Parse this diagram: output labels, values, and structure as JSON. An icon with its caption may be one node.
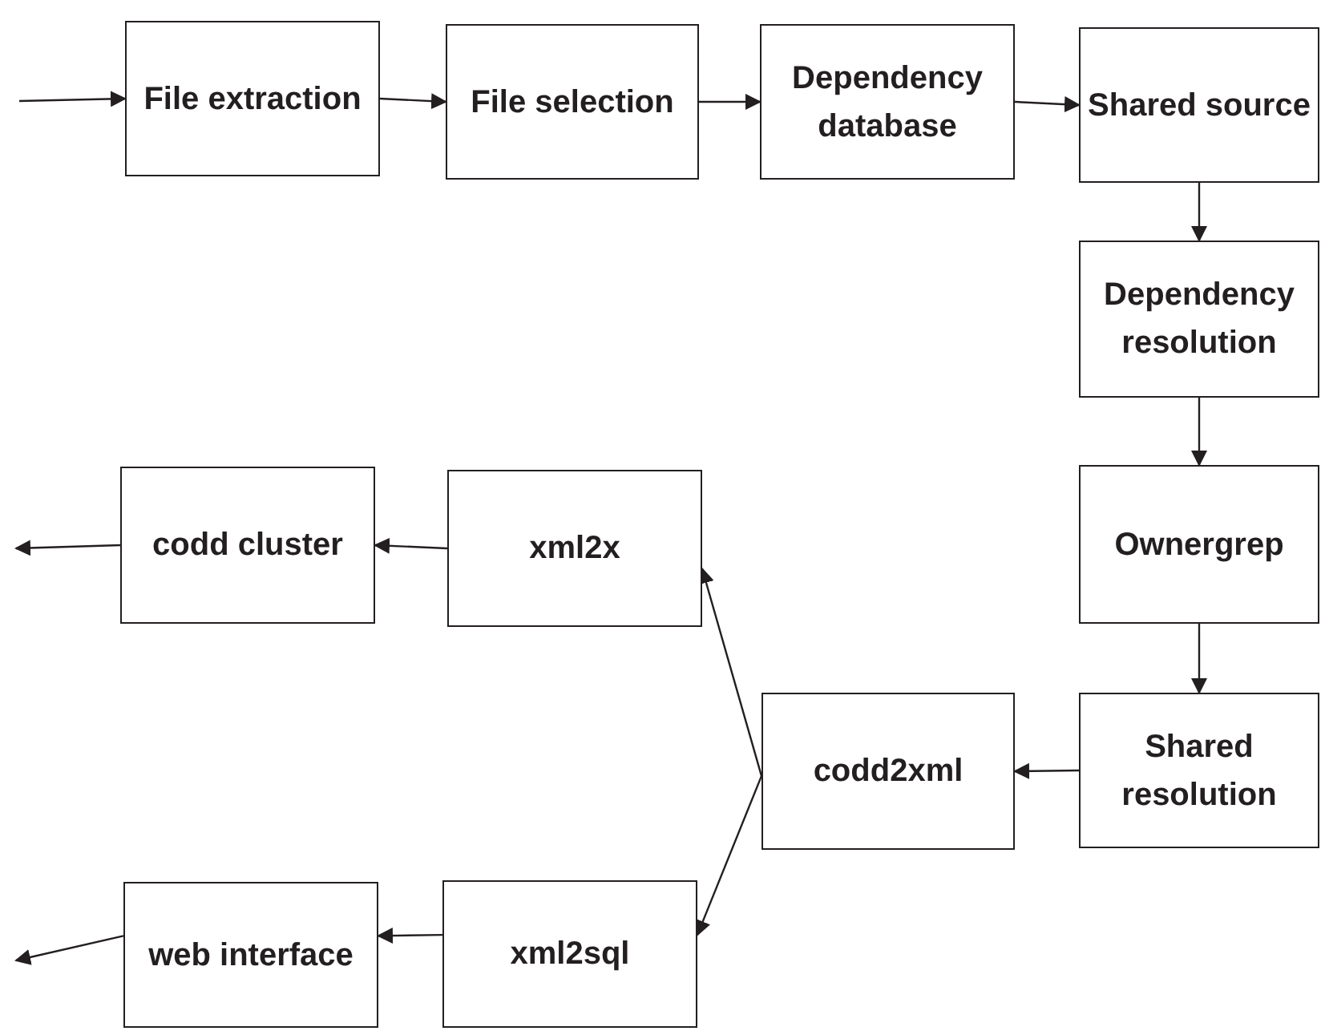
{
  "diagram": {
    "nodes": [
      {
        "text": [
          "File extraction"
        ]
      },
      {
        "text": [
          "File selection"
        ]
      },
      {
        "text": [
          "Dependency database"
        ]
      },
      {
        "text": [
          "Shared source"
        ]
      },
      {
        "text": [
          "Dependency resolution"
        ]
      },
      {
        "text": [
          "codd cluster"
        ]
      },
      {
        "text": [
          "xml2x"
        ]
      },
      {
        "text": [
          "Ownergrep"
        ]
      },
      {
        "text": [
          "codd2xml"
        ]
      },
      {
        "text": [
          "Shared resolution"
        ]
      },
      {
        "text": [
          "web interface"
        ]
      },
      {
        "text": [
          "xml2sql"
        ]
      }
    ],
    "edges": [
      {
        "from": null,
        "to": 0,
        "arrow": "to"
      },
      {
        "from": 0,
        "to": 1,
        "arrow": "to"
      },
      {
        "from": 1,
        "to": 2,
        "arrow": "to"
      },
      {
        "from": 2,
        "to": 3,
        "arrow": "to"
      },
      {
        "from": 3,
        "to": 4,
        "arrow": "to"
      },
      {
        "from": 4,
        "to": 7,
        "arrow": "to"
      },
      {
        "from": 7,
        "to": 9,
        "arrow": "to"
      },
      {
        "from": 9,
        "to": 8,
        "arrow": "to"
      },
      {
        "from": 8,
        "to": 6,
        "arrow": "to"
      },
      {
        "from": 8,
        "to": 11,
        "arrow": "to"
      },
      {
        "from": 6,
        "to": 5,
        "arrow": "to"
      },
      {
        "from": 5,
        "to": null,
        "arrow": "to"
      },
      {
        "from": 11,
        "to": 10,
        "arrow": "to"
      },
      {
        "from": 10,
        "to": null,
        "arrow": "to"
      }
    ]
  }
}
